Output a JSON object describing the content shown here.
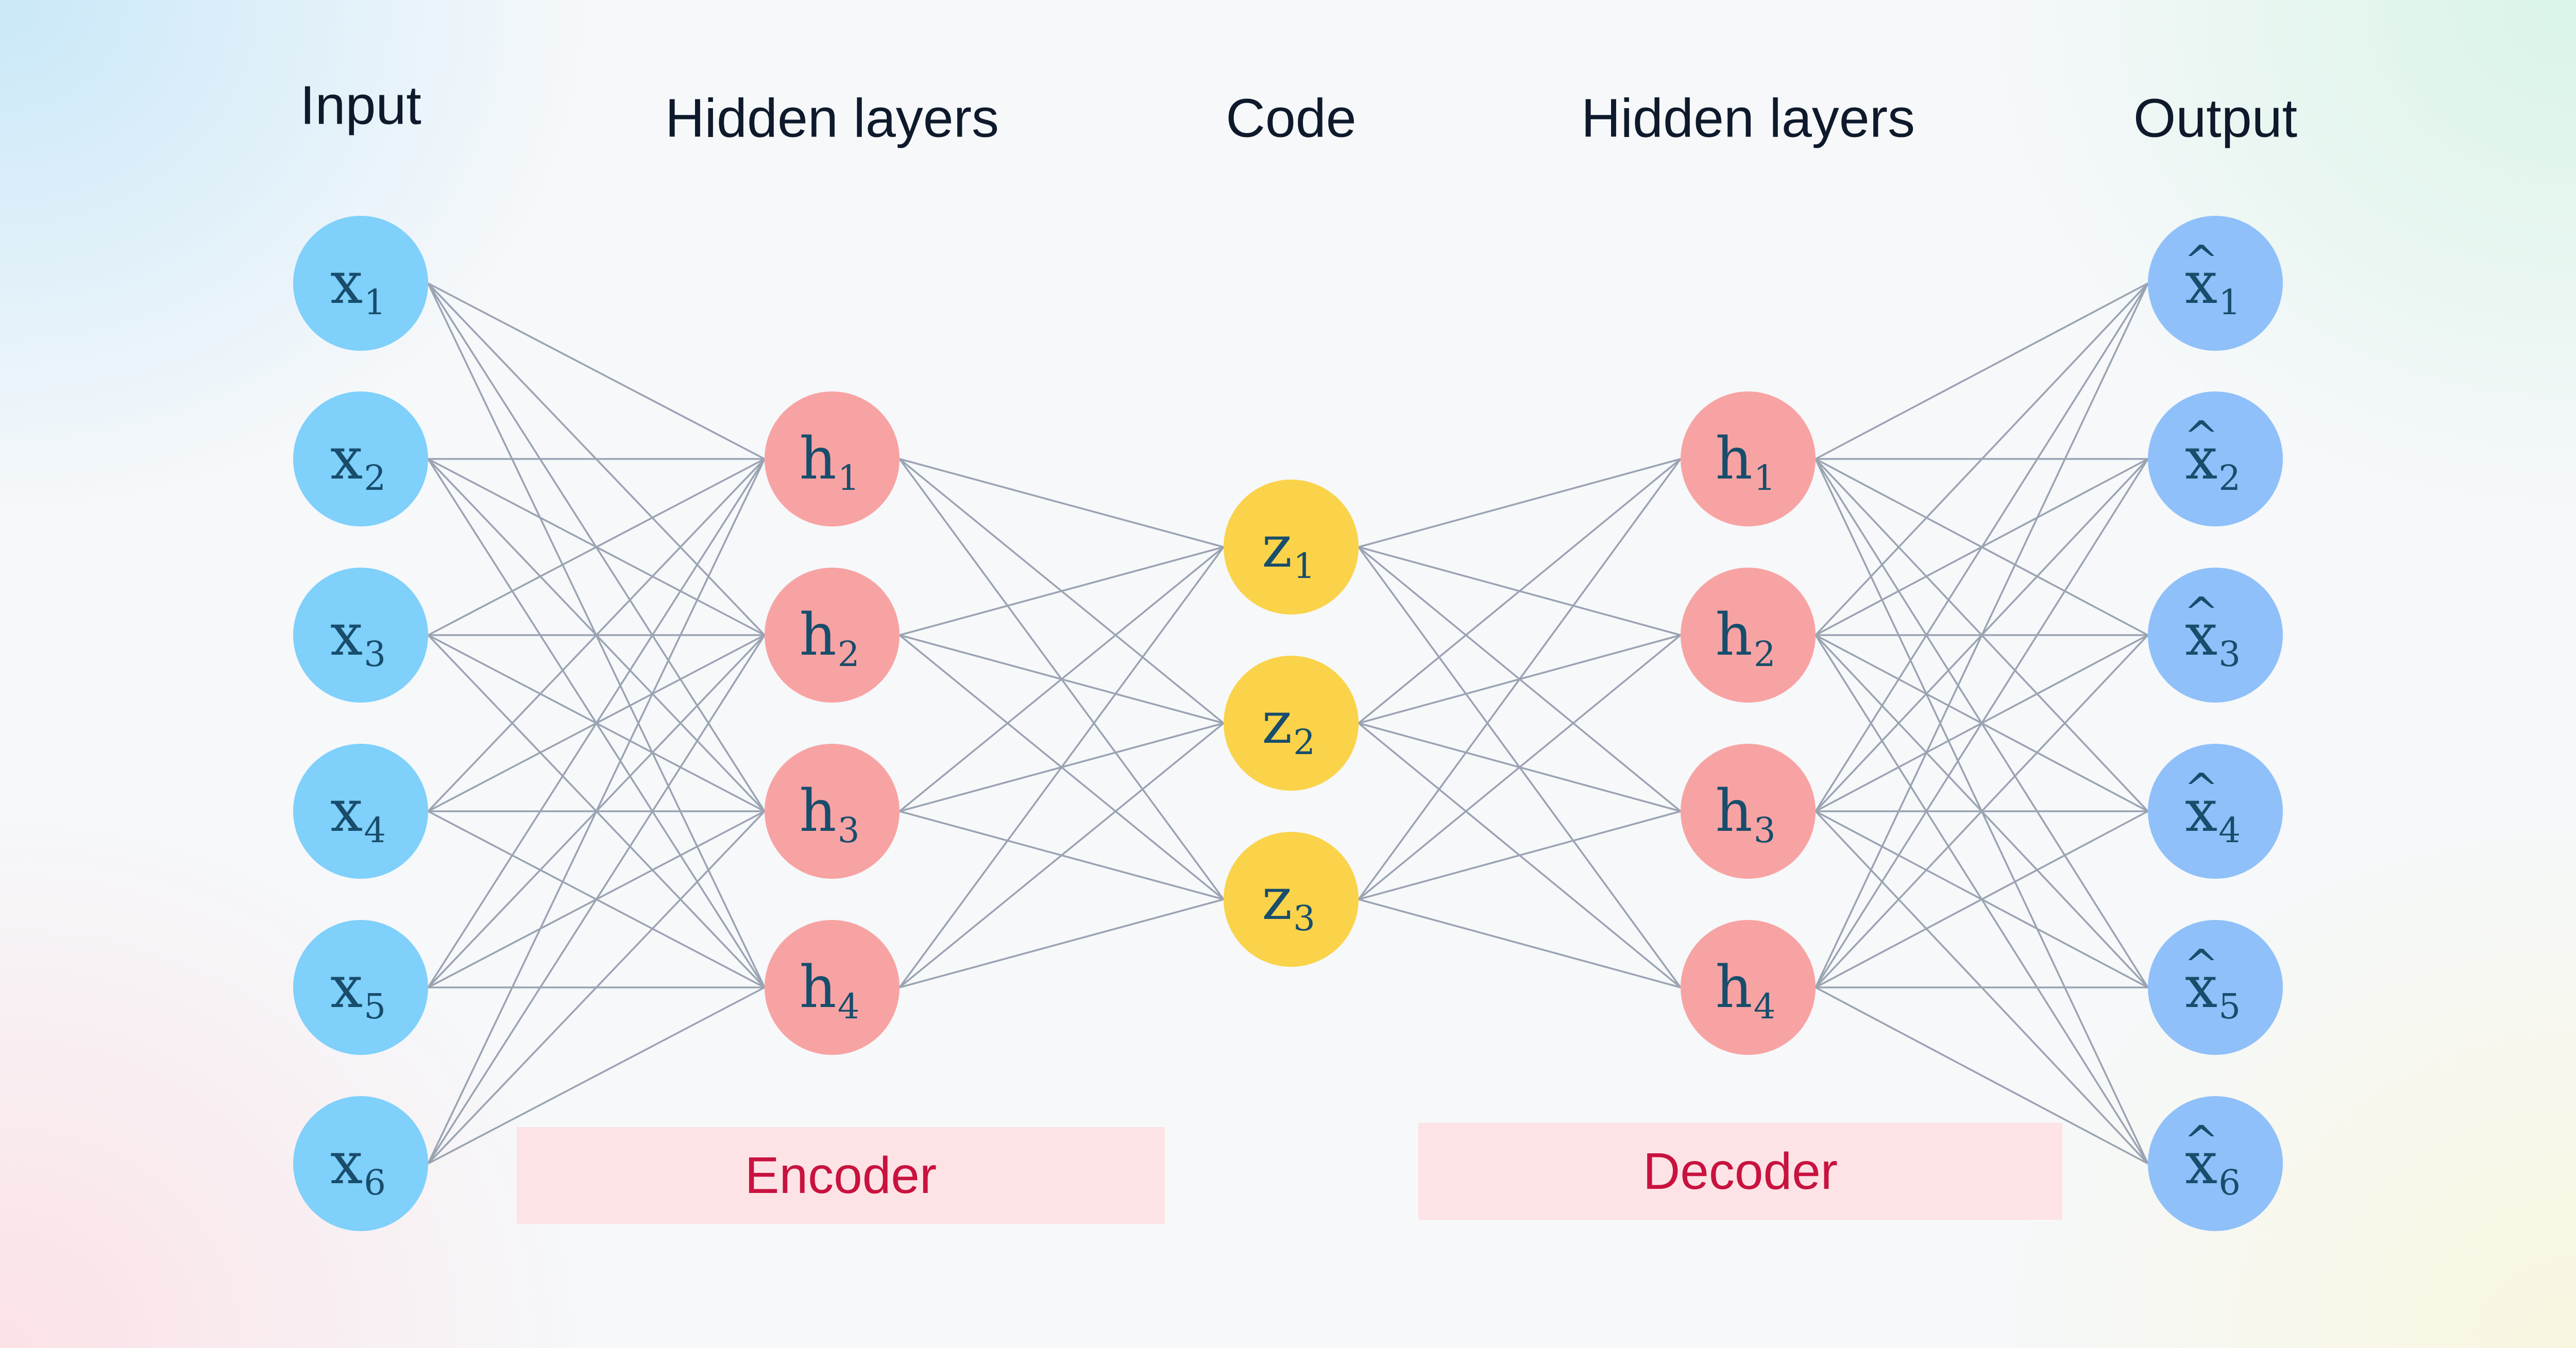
{
  "headers": {
    "input": "Input",
    "hidden_left": "Hidden layers",
    "code": "Code",
    "hidden_right": "Hidden layers",
    "output": "Output"
  },
  "nodes": {
    "input": [
      {
        "base": "x",
        "sub": "1"
      },
      {
        "base": "x",
        "sub": "2"
      },
      {
        "base": "x",
        "sub": "3"
      },
      {
        "base": "x",
        "sub": "4"
      },
      {
        "base": "x",
        "sub": "5"
      },
      {
        "base": "x",
        "sub": "6"
      }
    ],
    "encoder_hidden": [
      {
        "base": "h",
        "sub": "1"
      },
      {
        "base": "h",
        "sub": "2"
      },
      {
        "base": "h",
        "sub": "3"
      },
      {
        "base": "h",
        "sub": "4"
      }
    ],
    "code": [
      {
        "base": "z",
        "sub": "1"
      },
      {
        "base": "z",
        "sub": "2"
      },
      {
        "base": "z",
        "sub": "3"
      }
    ],
    "decoder_hidden": [
      {
        "base": "h",
        "sub": "1"
      },
      {
        "base": "h",
        "sub": "2"
      },
      {
        "base": "h",
        "sub": "3"
      },
      {
        "base": "h",
        "sub": "4"
      }
    ],
    "output": [
      {
        "base": "x",
        "hat": "^",
        "sub": "1"
      },
      {
        "base": "x",
        "hat": "^",
        "sub": "2"
      },
      {
        "base": "x",
        "hat": "^",
        "sub": "3"
      },
      {
        "base": "x",
        "hat": "^",
        "sub": "4"
      },
      {
        "base": "x",
        "hat": "^",
        "sub": "5"
      },
      {
        "base": "x",
        "hat": "^",
        "sub": "6"
      }
    ]
  },
  "labels": {
    "encoder": "Encoder",
    "decoder": "Decoder"
  },
  "colors": {
    "input_node": "#7fd0fb",
    "hidden_node": "#f8a3a3",
    "code_node": "#fad34b",
    "output_node": "#8fc0f9",
    "node_text": "#184d6c",
    "edge": "#9aa3b2",
    "label_text": "#c8123f",
    "label_box": "#fde3e5"
  }
}
